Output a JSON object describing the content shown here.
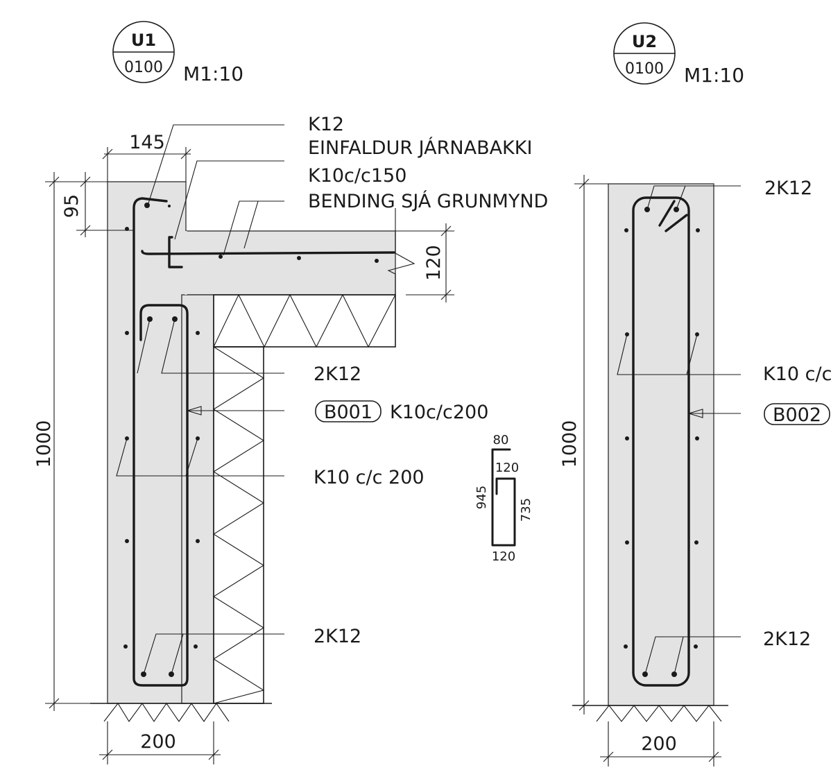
{
  "detail_u1": {
    "tag_top": "U1",
    "tag_bottom": "0100",
    "scale": "M1:10",
    "callouts": {
      "k12": "K12",
      "einfaldur": "EINFALDUR JÁRNABAKKI",
      "k10c150": "K10c/c150",
      "bending": "BENDING SJÁ GRUNMYND",
      "top_2k12": "2K12",
      "b001_tag": "B001",
      "b001_spec": "K10c/c200",
      "k10_200": "K10 c/c 200",
      "bottom_2k12": "2K12"
    },
    "dims": {
      "width_top": "145",
      "height_top": "95",
      "slab": "120",
      "height": "1000",
      "width": "200"
    }
  },
  "bar_shape": {
    "top": "80",
    "hook": "120",
    "left": "945",
    "right": "735",
    "bottom": "120"
  },
  "detail_u2": {
    "tag_top": "U2",
    "tag_bottom": "0100",
    "scale": "M1:10",
    "callouts": {
      "top_2k12": "2K12",
      "k10": "K10 c/c",
      "b002_tag": "B002",
      "bottom_2k12": "2K12"
    },
    "dims": {
      "height": "1000",
      "width": "200"
    }
  }
}
